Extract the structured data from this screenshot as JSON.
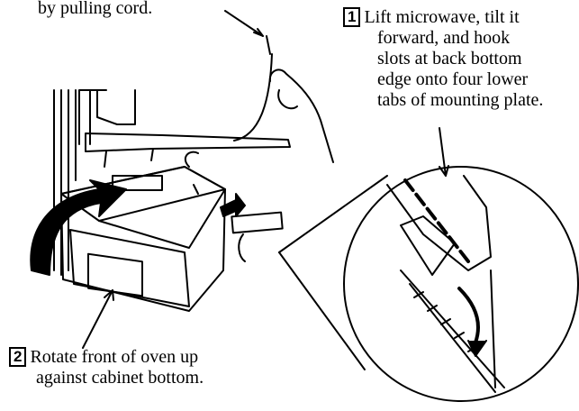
{
  "caption_top": "by pulling cord.",
  "step1": {
    "number": "1",
    "lines": [
      "Lift microwave, tilt it",
      "forward, and hook",
      "slots at back bottom",
      "edge onto four lower",
      "tabs of mounting plate."
    ]
  },
  "step2": {
    "number": "2",
    "lines": [
      "Rotate front of oven up",
      "against cabinet bottom."
    ]
  }
}
